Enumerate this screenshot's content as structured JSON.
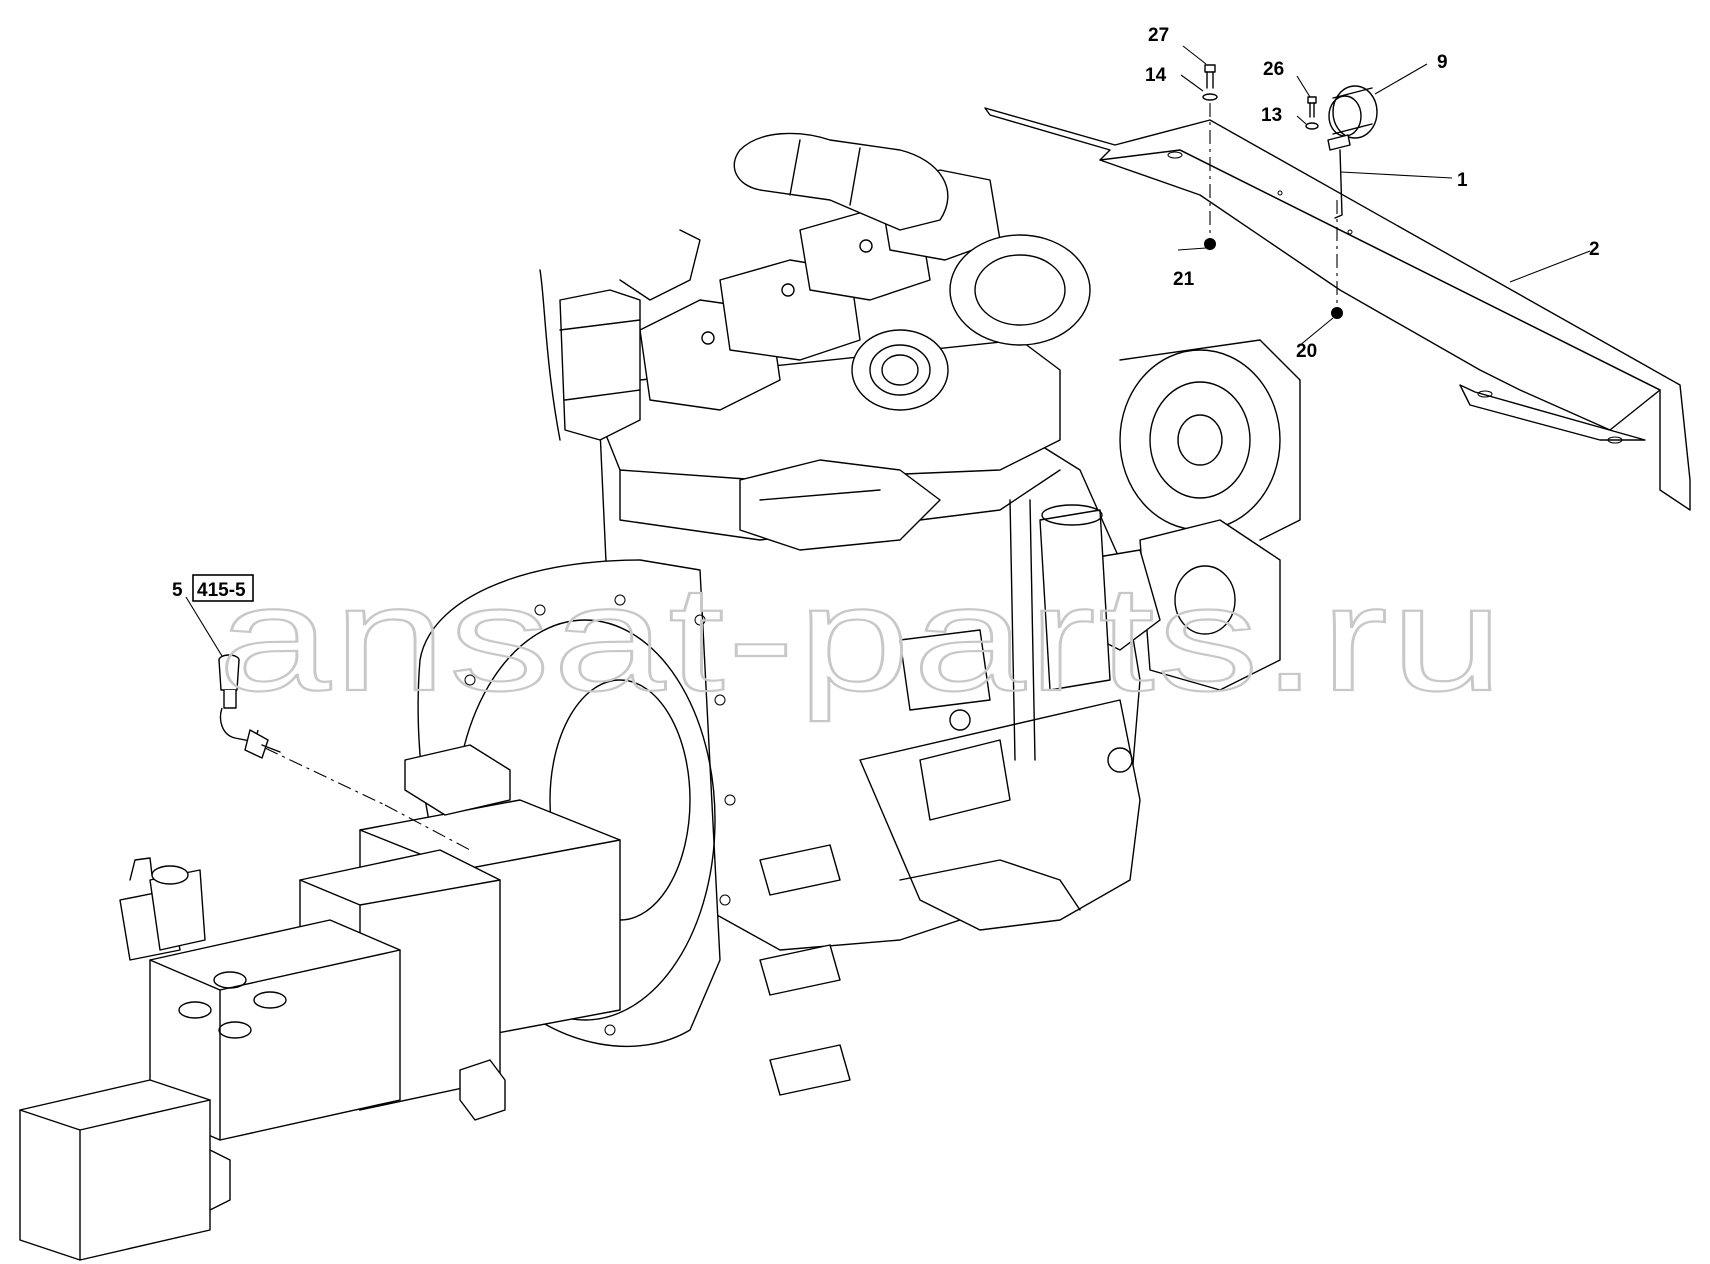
{
  "watermark": "ansat-parts.ru",
  "callouts": {
    "c27": "27",
    "c14": "14",
    "c26": "26",
    "c9": "9",
    "c13": "13",
    "c1": "1",
    "c2": "2",
    "c21": "21",
    "c20": "20",
    "c5": "5"
  },
  "reference_box": "415-5"
}
